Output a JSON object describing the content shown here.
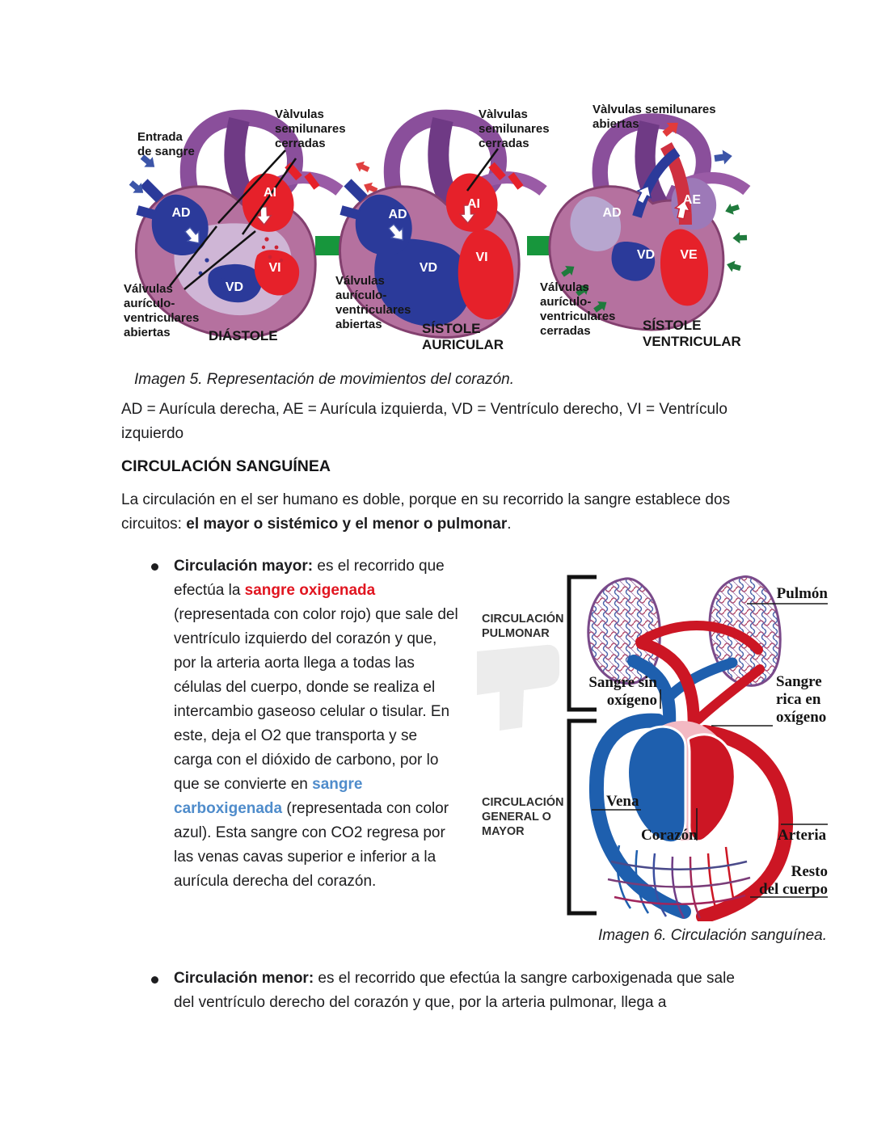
{
  "colors": {
    "red_text": "#e11520",
    "blue_text": "#4f8ccb",
    "green_arrow": "#17963c",
    "diagram_red": "#cc1624",
    "diagram_blue": "#1e5fae"
  },
  "fig5": {
    "caption": "Imagen 5. Representación de movimientos del corazón.",
    "p1": {
      "entry": [
        "Entrada",
        "de sangre"
      ],
      "semi": [
        "Vàlvulas",
        "semilunares",
        "cerradas"
      ],
      "av": [
        "Válvulas",
        "aurículo-",
        "ventriculares",
        "abiertas"
      ],
      "title": "DIÁSTOLE",
      "ch": {
        "ad": "AD",
        "ai": "AI",
        "vd": "VD",
        "vi": "VI"
      }
    },
    "p2": {
      "semi": [
        "Vàlvulas",
        "semilunares",
        "cerradas"
      ],
      "av": [
        "Válvulas",
        "aurículo-",
        "ventriculares",
        "abiertas"
      ],
      "title": [
        "SÍSTOLE",
        "AURICULAR"
      ],
      "ch": {
        "ad": "AD",
        "ai": "AI",
        "vd": "VD",
        "vi": "VI"
      }
    },
    "p3": {
      "semi": [
        "Vàlvulas semilunares",
        "abiertas"
      ],
      "av": [
        "Válvulas",
        "aurículo-",
        "ventriculares",
        "cerradas"
      ],
      "title": [
        "SÍSTOLE",
        "VENTRICULAR"
      ],
      "ch": {
        "ad": "AD",
        "ae": "AE",
        "vd": "VD",
        "ve": "VE"
      }
    }
  },
  "abbr": "AD = Aurícula derecha, AE = Aurícula izquierda, VD = Ventrículo derecho, VI = Ventrículo izquierdo",
  "heading": "CIRCULACIÓN SANGUÍNEA",
  "intro": {
    "t1": "La circulación en el ser humano es doble, porque en su recorrido la sangre establece dos circuitos: ",
    "bold": "el mayor o sistémico y el menor o pulmonar",
    "t2": "."
  },
  "bullets": {
    "mayor": {
      "title": "Circulación mayor:",
      "t1": " es el recorrido que efectúa la ",
      "red": "sangre oxigenada",
      "t2": " (representada con color rojo) que sale del ventrículo izquierdo del corazón y que, por la arteria aorta llega a todas las células del cuerpo, donde se realiza el intercambio gaseoso celular o tisular. En este, deja el O2 que transporta y se carga con el dióxido de carbono, por lo que se convierte en ",
      "blue": "sangre carboxigenada",
      "t3": " (representada con color azul). Esta sangre con CO2 regresa por las venas cavas superior e inferior a la aurícula derecha del corazón."
    },
    "menor": {
      "title": "Circulación menor:",
      "t1": " es el recorrido que efectúa la sangre carboxigenada que sale del ventrículo derecho del corazón y que, por la arteria pulmonar, llega a"
    }
  },
  "fig6": {
    "caption": "Imagen 6. Circulación sanguínea.",
    "bracket1": [
      "CIRCULACIÓN",
      "PULMONAR"
    ],
    "bracket2": [
      "CIRCULACIÓN",
      "GENERAL O",
      "MAYOR"
    ],
    "lung": "Pulmón",
    "no_o2": [
      "Sangre sin",
      "oxígeno"
    ],
    "rich_o2": [
      "Sangre",
      "rica en",
      "oxígeno"
    ],
    "vein": "Vena",
    "heart": "Corazón",
    "artery": "Arteria",
    "body": [
      "Resto",
      "del cuerpo"
    ]
  }
}
